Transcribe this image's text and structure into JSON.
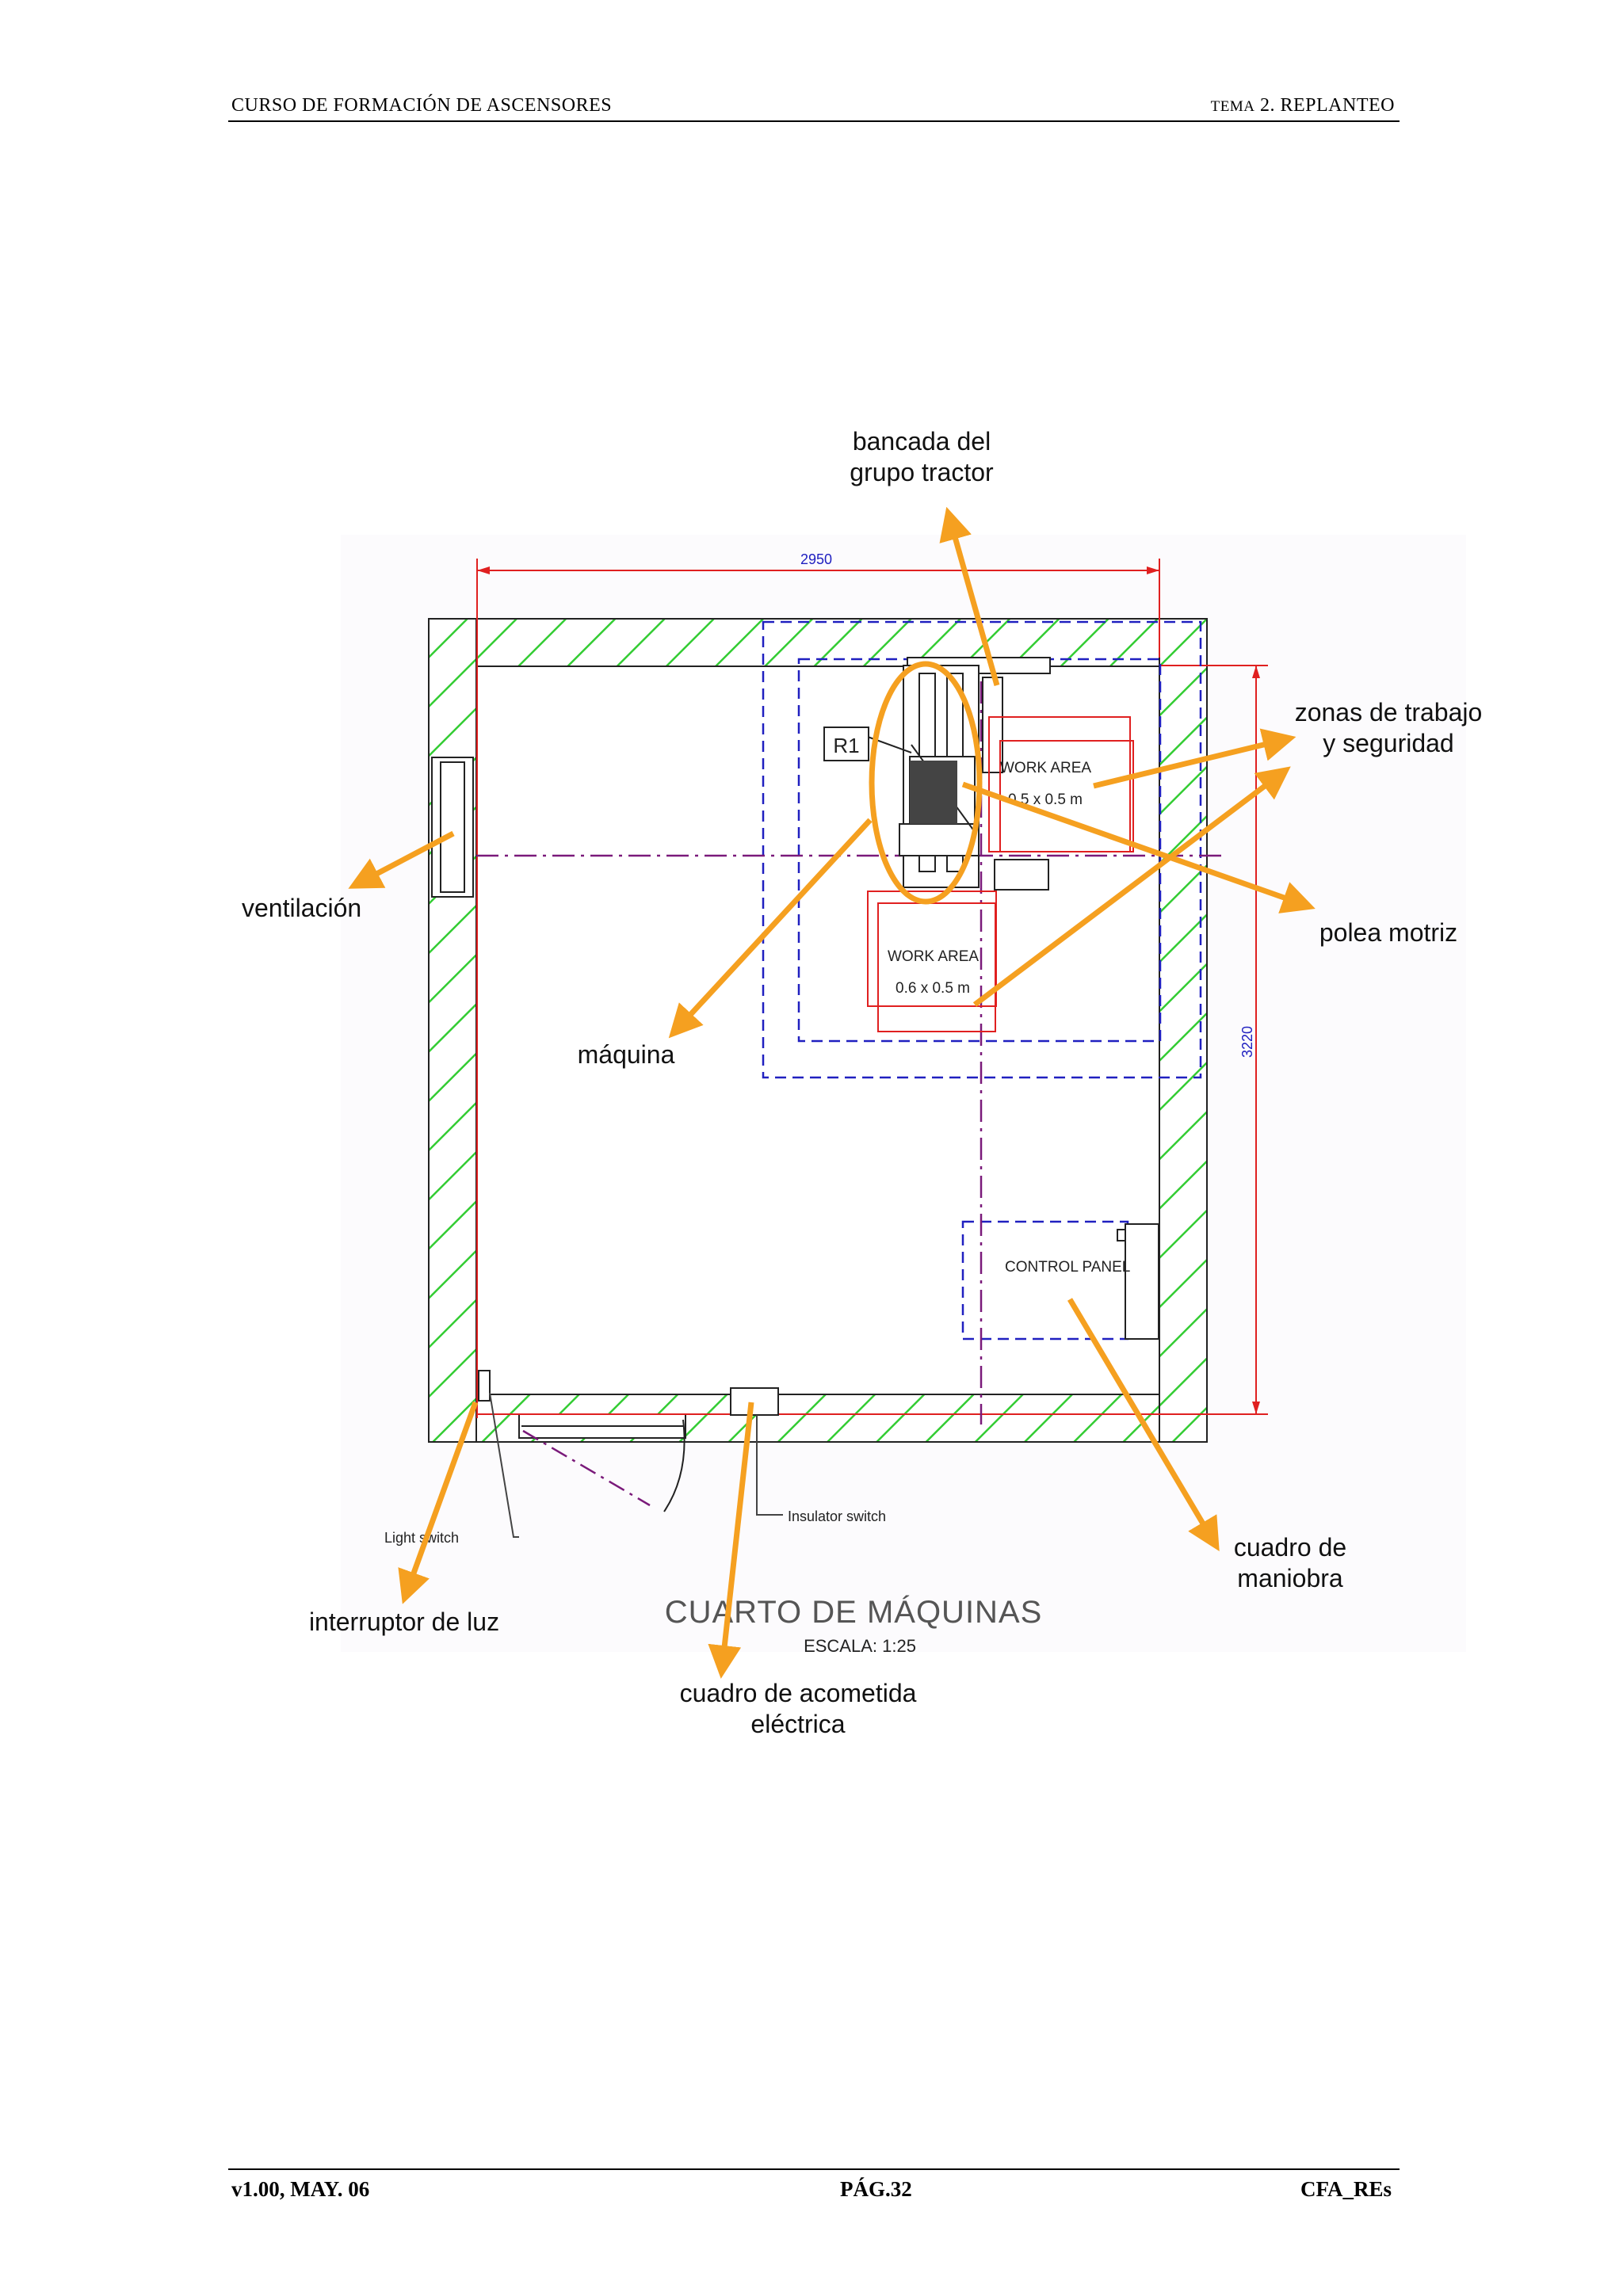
{
  "header": {
    "left": "CURSO DE FORMACIÓN DE ASCENSORES",
    "right_prefix": "TEMA",
    "right_rest": " 2. REPLANTEO"
  },
  "footer": {
    "left": "v1.00, MAY. 06",
    "center": "PÁG.32",
    "right": "CFA_REs"
  },
  "drawing": {
    "title": "CUARTO DE MÁQUINAS",
    "scale": "ESCALA: 1:25",
    "dim_width": "2950",
    "dim_height": "3220",
    "r1": "R1",
    "work_area_1": {
      "name": "WORK AREA",
      "size": "0.5 x 0.5 m"
    },
    "work_area_2": {
      "name": "WORK AREA",
      "size": "0.6 x 0.5 m"
    },
    "control_panel": "CONTROL PANEL",
    "light_switch": "Light switch",
    "insulator_switch": "Insulator switch"
  },
  "callouts": {
    "bancada_1": "bancada del",
    "bancada_2": "grupo tractor",
    "zonas_1": "zonas de trabajo",
    "zonas_2": "y seguridad",
    "ventilacion": "ventilación",
    "polea": "polea motriz",
    "maquina": "máquina",
    "cuadro_maniobra_1": "cuadro de",
    "cuadro_maniobra_2": "maniobra",
    "interruptor": "interruptor de luz",
    "acometida_1": "cuadro de acometida",
    "acometida_2": "eléctrica"
  },
  "colors": {
    "wall_hatch": "#33cc33",
    "cad_red": "#e02020",
    "cad_blue": "#2020c0",
    "axis_purple": "#7a1a7a",
    "callout_orange": "#f5a020"
  }
}
